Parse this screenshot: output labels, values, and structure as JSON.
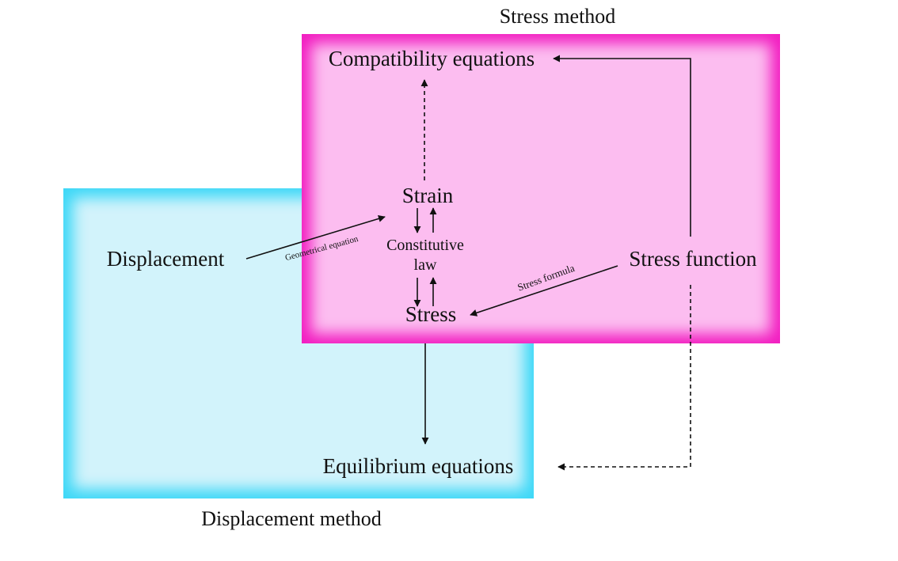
{
  "colors": {
    "displacement_box_edge": "#3ed8f7",
    "displacement_box_fill": "#d2f3fb",
    "stress_box_edge": "#f21ec1",
    "stress_box_fill": "#fcbdf0",
    "arrow": "#111111"
  },
  "titles": {
    "stress_method": "Stress method",
    "displacement_method": "Displacement method"
  },
  "nodes": {
    "compatibility": "Compatibility equations",
    "strain": "Strain",
    "constitutive_line1": "Constitutive",
    "constitutive_line2": "law",
    "stress": "Stress",
    "displacement": "Displacement",
    "stress_function": "Stress function",
    "equilibrium": "Equilibrium equations"
  },
  "edge_labels": {
    "geometrical_equation": "Geometrical equation",
    "stress_formula": "Stress formula"
  }
}
